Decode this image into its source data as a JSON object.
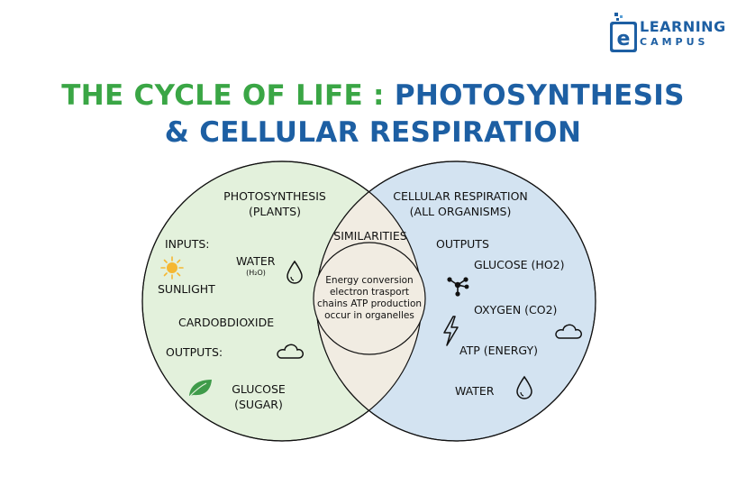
{
  "logo": {
    "word1": "LEARNING",
    "word2": "CAMPUS",
    "mark": "e"
  },
  "title": {
    "line1_part1": "THE CYCLE OF LIFE : ",
    "line1_part2": "PHOTOSYNTHESIS",
    "line2": "& CELLULAR RESPIRATION"
  },
  "left": {
    "heading_line1": "PHOTOSYNTHESIS",
    "heading_line2": "(PLANTS)",
    "inputs_label": "INPUTS:",
    "sunlight": "SUNLIGHT",
    "water": "WATER",
    "water_formula": "(H₂O)",
    "co2": "CARDOBDIOXIDE",
    "outputs_label": "OUTPUTS:",
    "glucose_line1": "GLUCOSE",
    "glucose_line2": "(SUGAR)"
  },
  "middle": {
    "heading": "SIMILARITIES",
    "body_line1": "Energy conversion",
    "body_line2": "electron trasport",
    "body_line3": "chains ATP production",
    "body_line4": "occur in organelles"
  },
  "right": {
    "heading_line1": "CELLULAR RESPIRATION",
    "heading_line2": "(ALL ORGANISMS)",
    "outputs_label": "OUTPUTS",
    "glucose": "GLUCOSE (HO2)",
    "oxygen": "OXYGEN (CO2)",
    "atp": "ATP (ENERGY)",
    "water": "WATER"
  },
  "colors": {
    "left_fill": "#e3f1dc",
    "right_fill": "#d3e3f1",
    "overlap_fill": "#f1ece2",
    "green": "#3aa645",
    "blue": "#1d5fa3",
    "sun": "#f5b731",
    "leaf": "#3f9b4a"
  },
  "icons": [
    "sun-icon",
    "water-drop-icon",
    "cloud-icon",
    "leaf-icon",
    "molecule-icon",
    "lightning-icon",
    "cloud-icon",
    "water-drop-icon"
  ]
}
